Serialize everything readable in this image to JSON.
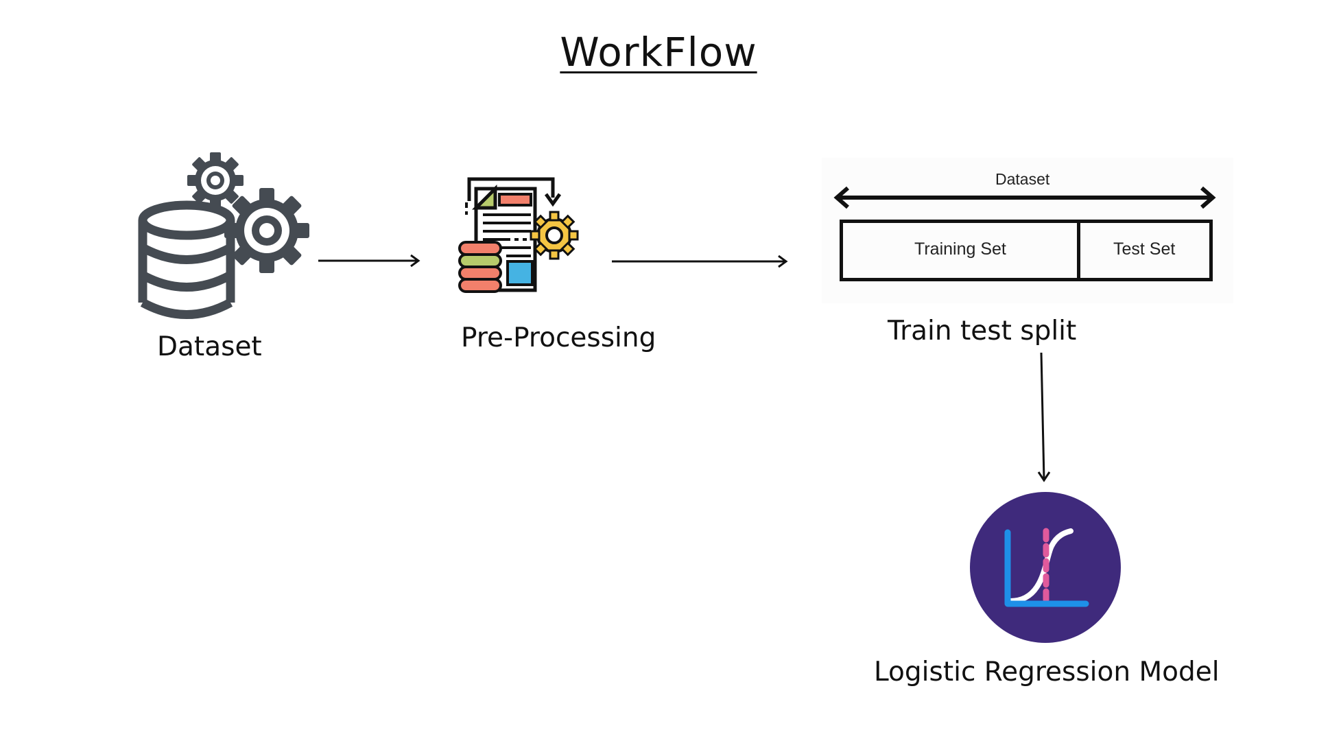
{
  "diagram": {
    "title": "WorkFlow",
    "nodes": {
      "dataset": {
        "label": "Dataset",
        "icon": "database-gears-icon"
      },
      "preprocessing": {
        "label": "Pre-Processing",
        "icon": "document-processing-icon"
      },
      "split": {
        "label": "Train test split",
        "icon": "train-test-split-illustration",
        "range_label": "Dataset",
        "training_label": "Training Set",
        "test_label": "Test Set"
      },
      "model": {
        "label": "Logistic Regression Model",
        "icon": "logistic-curve-icon"
      }
    },
    "edges": [
      {
        "from": "Dataset",
        "to": "Pre-Processing"
      },
      {
        "from": "Pre-Processing",
        "to": "Train test split"
      },
      {
        "from": "Train test split",
        "to": "Logistic Regression Model"
      }
    ],
    "colors": {
      "icon_gray": "#454b52",
      "model_circle": "#3f2a7c",
      "doc_orange": "#f2806b",
      "doc_yellow": "#f5c543",
      "doc_green": "#b7cb6b",
      "doc_blue": "#45b3e3",
      "curve_pink": "#e05a9c",
      "axis_blue": "#1e90e8"
    }
  }
}
